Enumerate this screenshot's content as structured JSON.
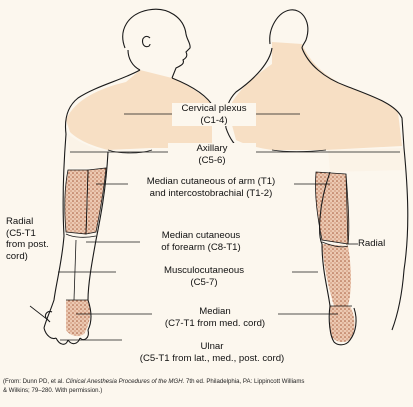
{
  "colors": {
    "background": "#fcf7ee",
    "cervical_fill": "#f7dfc4",
    "axillary_fill": "#fbf3e7",
    "stipple_fill": "#cf8f6d",
    "line": "#1a1a1a"
  },
  "labels": {
    "cervical": {
      "line1": "Cervical plexus",
      "line2": "(C1-4)"
    },
    "axillary": {
      "line1": "Axillary",
      "line2": "(C5-6)"
    },
    "median_cut_arm": {
      "line1": "Median cutaneous of arm (T1)",
      "line2": "and intercostobrachial (T1-2)"
    },
    "median_cut_forearm": {
      "line1": "Median cutaneous",
      "line2": "of forearm (C8-T1)"
    },
    "musculocutaneous": {
      "line1": "Musculocutaneous",
      "line2": "(C5-7)"
    },
    "median": {
      "line1": "Median",
      "line2": "(C7-T1 from med. cord)"
    },
    "ulnar": {
      "line1": "Ulnar",
      "line2": "(C5-T1 from lat., med., post. cord)"
    },
    "radial_left": {
      "line1": "Radial",
      "line2": "(C5-T1",
      "line3": "from post.",
      "line4": "cord)"
    },
    "radial_right": {
      "line1": "Radial"
    }
  },
  "citation": {
    "part1": "(From: Dunn PD, et al. ",
    "title": "Clinical Anesthesia Procedures of the MGH.",
    "part2": " 7th ed. Philadelphia, PA: Lippincott Williams",
    "line2": "& Wilkins; 79–280. With permission.)"
  }
}
